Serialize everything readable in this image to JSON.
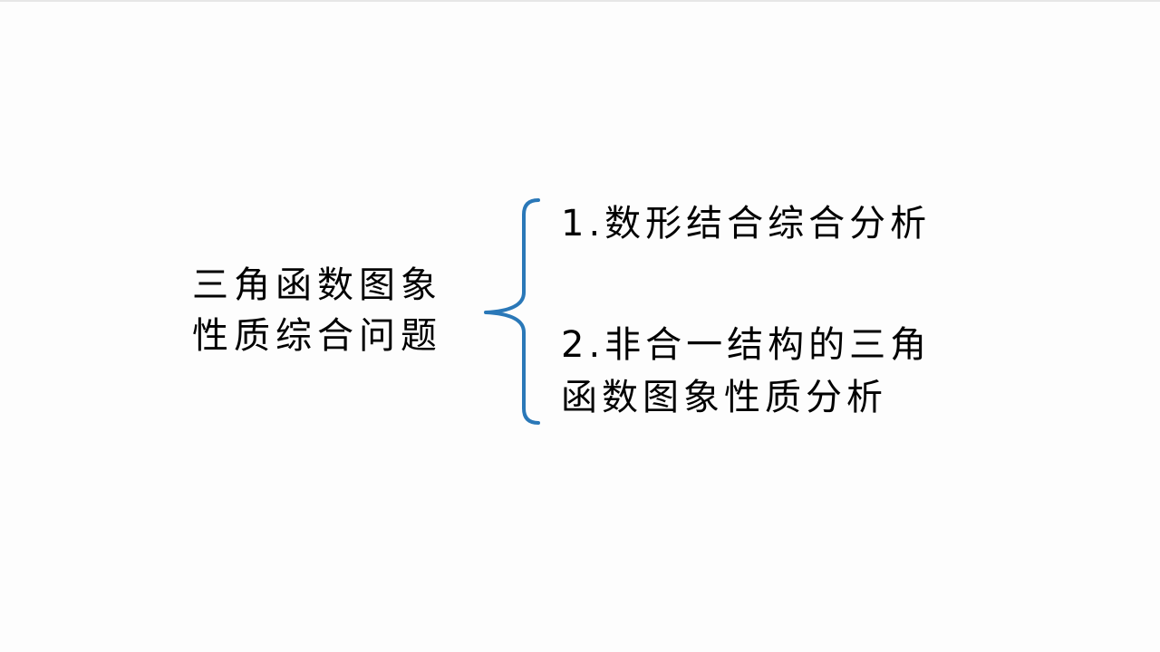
{
  "topic": {
    "line1": "三角函数图象",
    "line2": "性质综合问题"
  },
  "branches": [
    {
      "lines": [
        "1.数形结合综合分析"
      ]
    },
    {
      "lines": [
        "2.非合一结构的三角",
        "函数图象性质分析"
      ]
    }
  ],
  "colors": {
    "background": "#fdfdfd",
    "text": "#000000",
    "brace": "#2a78b8",
    "top_rule": "#e6e6e6"
  }
}
